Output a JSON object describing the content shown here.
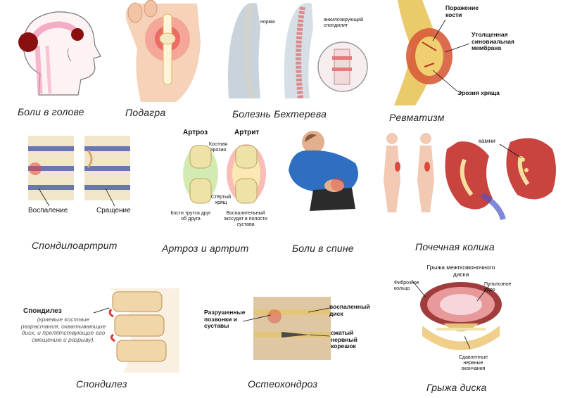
{
  "captions": {
    "headache": "Боли в  голове",
    "gout": "Подагра",
    "bechterew": "Болезнь Бехтерева",
    "rheumatism": "Ревматизм",
    "spondyloarthritis": "Спондилоартрит",
    "arthrosis_arthritis": "Артроз и артрит",
    "back_pain": "Боли в спине",
    "renal_colic": "Почечная колика",
    "spondylosis": "Спондилез",
    "osteochondrosis": "Остеохондроз",
    "disc_hernia": "Грыжа диска"
  },
  "labels": {
    "bechterew_norm": "норма",
    "bechterew_as": "анкилозирующий спондилит",
    "rheum_bone": "Поражение кости",
    "rheum_membrane": "Утолщенная синовиальная мембрана",
    "rheum_erosion": "Эрозия хряща",
    "spa_inflammation": "Воспаление",
    "spa_fusion": "Сращение",
    "arth_arthrosis": "Артроз",
    "arth_arthritis": "Артрит",
    "arth_erosion": "Костная эрозия",
    "arth_worn": "Стёртый хрящ",
    "arth_rub": "Кости трутся друг об друга",
    "arth_exudate": "Воспалительный экссудат в полости сустава",
    "renal_stones": "камни",
    "spond_title": "Спондилез",
    "spond_desc": "(краевые костные разрастания, охватывающие диск, и препятствующие его смещению и разрыву).",
    "osteo_destroyed": "Разрушенные позвонки и суставы",
    "osteo_disc": "воспаленный диск",
    "osteo_root": "сжатый нервный корешок",
    "hernia_title": "Грыжа межпозвоночного диска",
    "hernia_fibrous": "Фиброзное кольцо",
    "hernia_pulposus": "Пульпозное ядро",
    "hernia_nerves": "Сдавленные нервные окончания"
  },
  "colors": {
    "bone": "#e9cf93",
    "inflammation": "#d9342b",
    "skin": "#f2c9b3",
    "kidney": "#c9433f",
    "shirt": "#2f6fc2",
    "disc_blue": "#5a6db8"
  }
}
